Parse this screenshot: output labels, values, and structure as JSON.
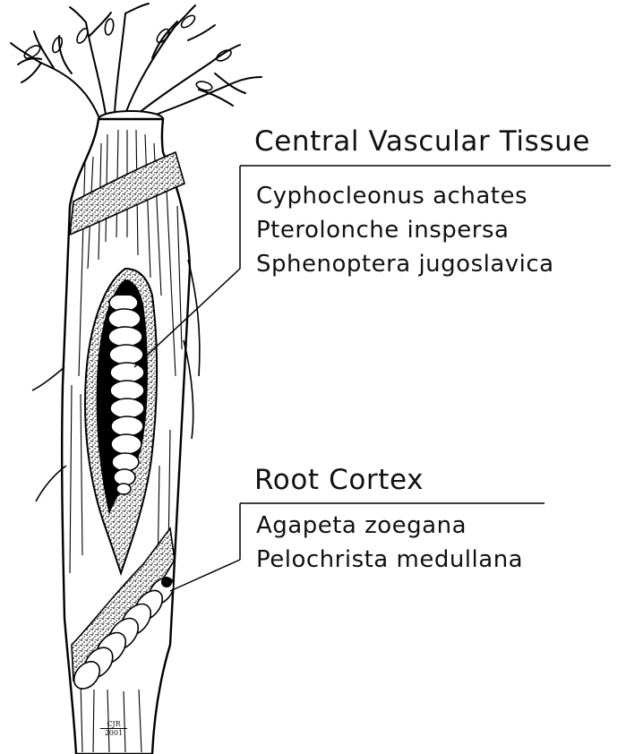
{
  "groups": [
    {
      "heading": "Central Vascular Tissue",
      "species": [
        "Cyphocleonus achates",
        "Pterolonche inspersa",
        "Sphenoptera jugoslavica"
      ]
    },
    {
      "heading": "Root Cortex",
      "species": [
        "Agapeta zoegana",
        "Pelochrista medullana"
      ]
    }
  ],
  "artist_initials": "CJR",
  "year": "2001"
}
